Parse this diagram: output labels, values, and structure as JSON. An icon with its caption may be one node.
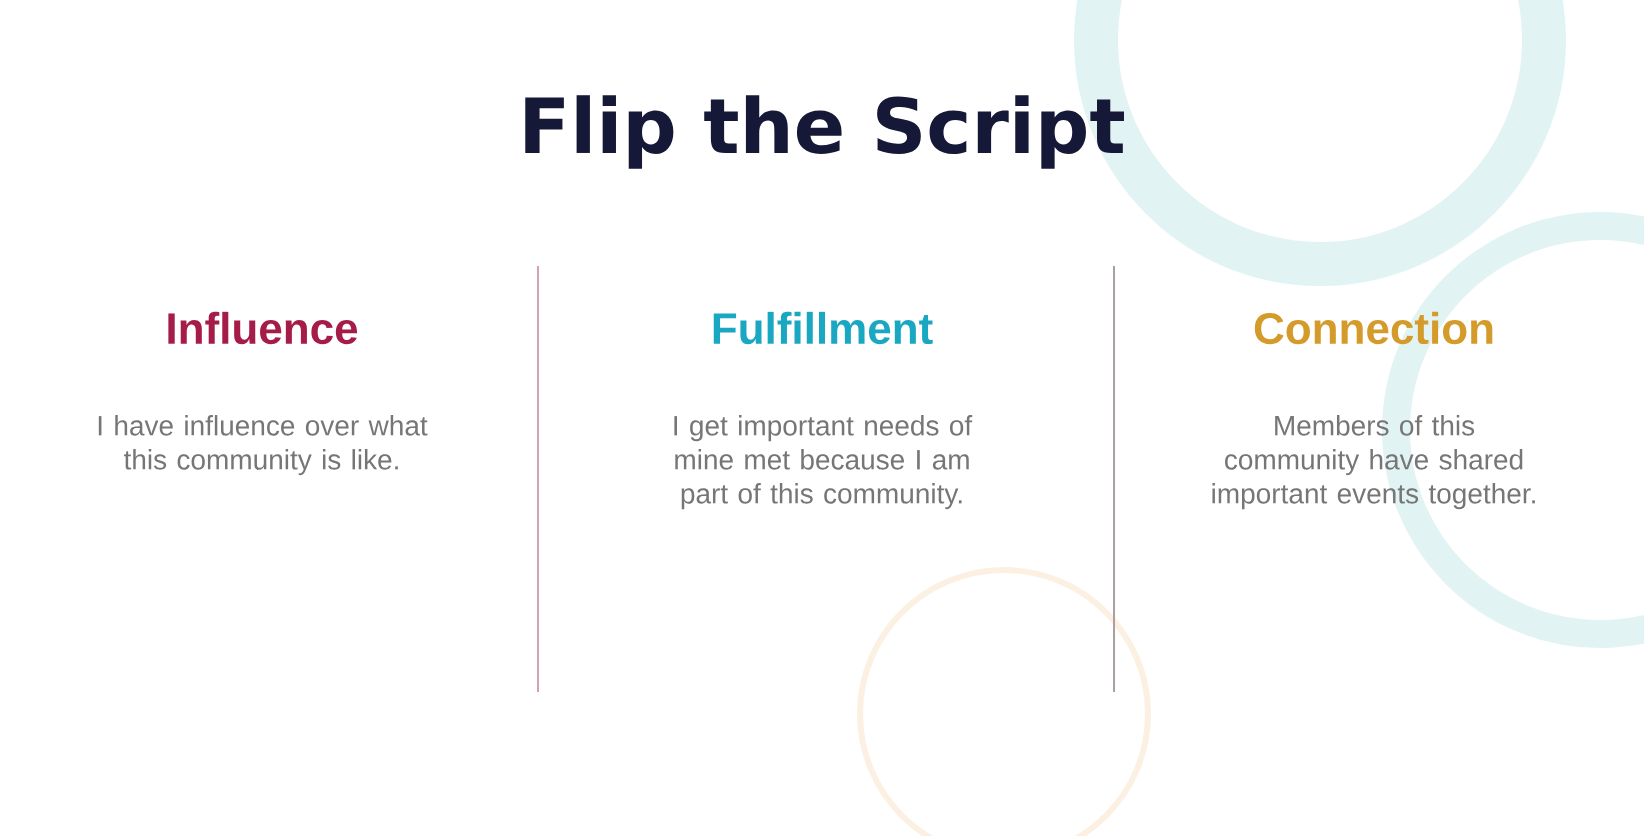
{
  "diagram": {
    "title": "Flip the Script",
    "labels": [
      "Influence",
      "Fulfillment",
      "Connection",
      "I have influence over what this community is like.",
      "I get important needs of mine met because I am part of this community.",
      "Members of this community have shared important events together."
    ]
  }
}
